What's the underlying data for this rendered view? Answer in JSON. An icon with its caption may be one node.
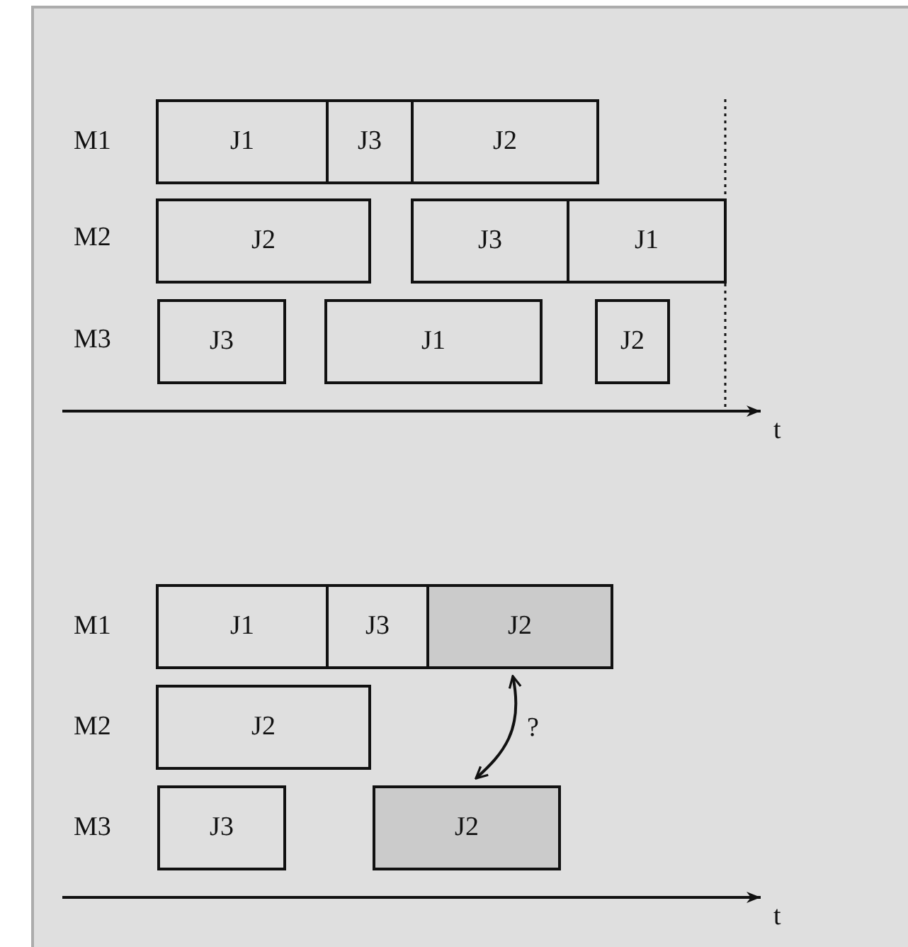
{
  "diagram": {
    "nodes": [
      {
        "text": [
          "J1"
        ]
      },
      {
        "text": [
          "J3"
        ]
      },
      {
        "text": [
          "J2"
        ]
      },
      {
        "text": [
          "J2"
        ]
      },
      {
        "text": [
          "J3"
        ]
      },
      {
        "text": [
          "J1"
        ]
      },
      {
        "text": [
          "J3"
        ]
      },
      {
        "text": [
          "J1"
        ]
      },
      {
        "text": [
          "J2"
        ]
      },
      {
        "text": [
          "J1"
        ]
      },
      {
        "text": [
          "J3"
        ]
      },
      {
        "text": [
          "J2"
        ]
      },
      {
        "text": [
          "J2"
        ]
      },
      {
        "text": [
          "J3"
        ]
      },
      {
        "text": [
          "J2"
        ]
      }
    ],
    "edges": [
      {
        "from": 14,
        "to": 11,
        "arrow": "both",
        "label": "?"
      }
    ],
    "labels": [
      "M1",
      "M2",
      "M3",
      "t",
      "M1",
      "M2",
      "M3",
      "t"
    ]
  }
}
